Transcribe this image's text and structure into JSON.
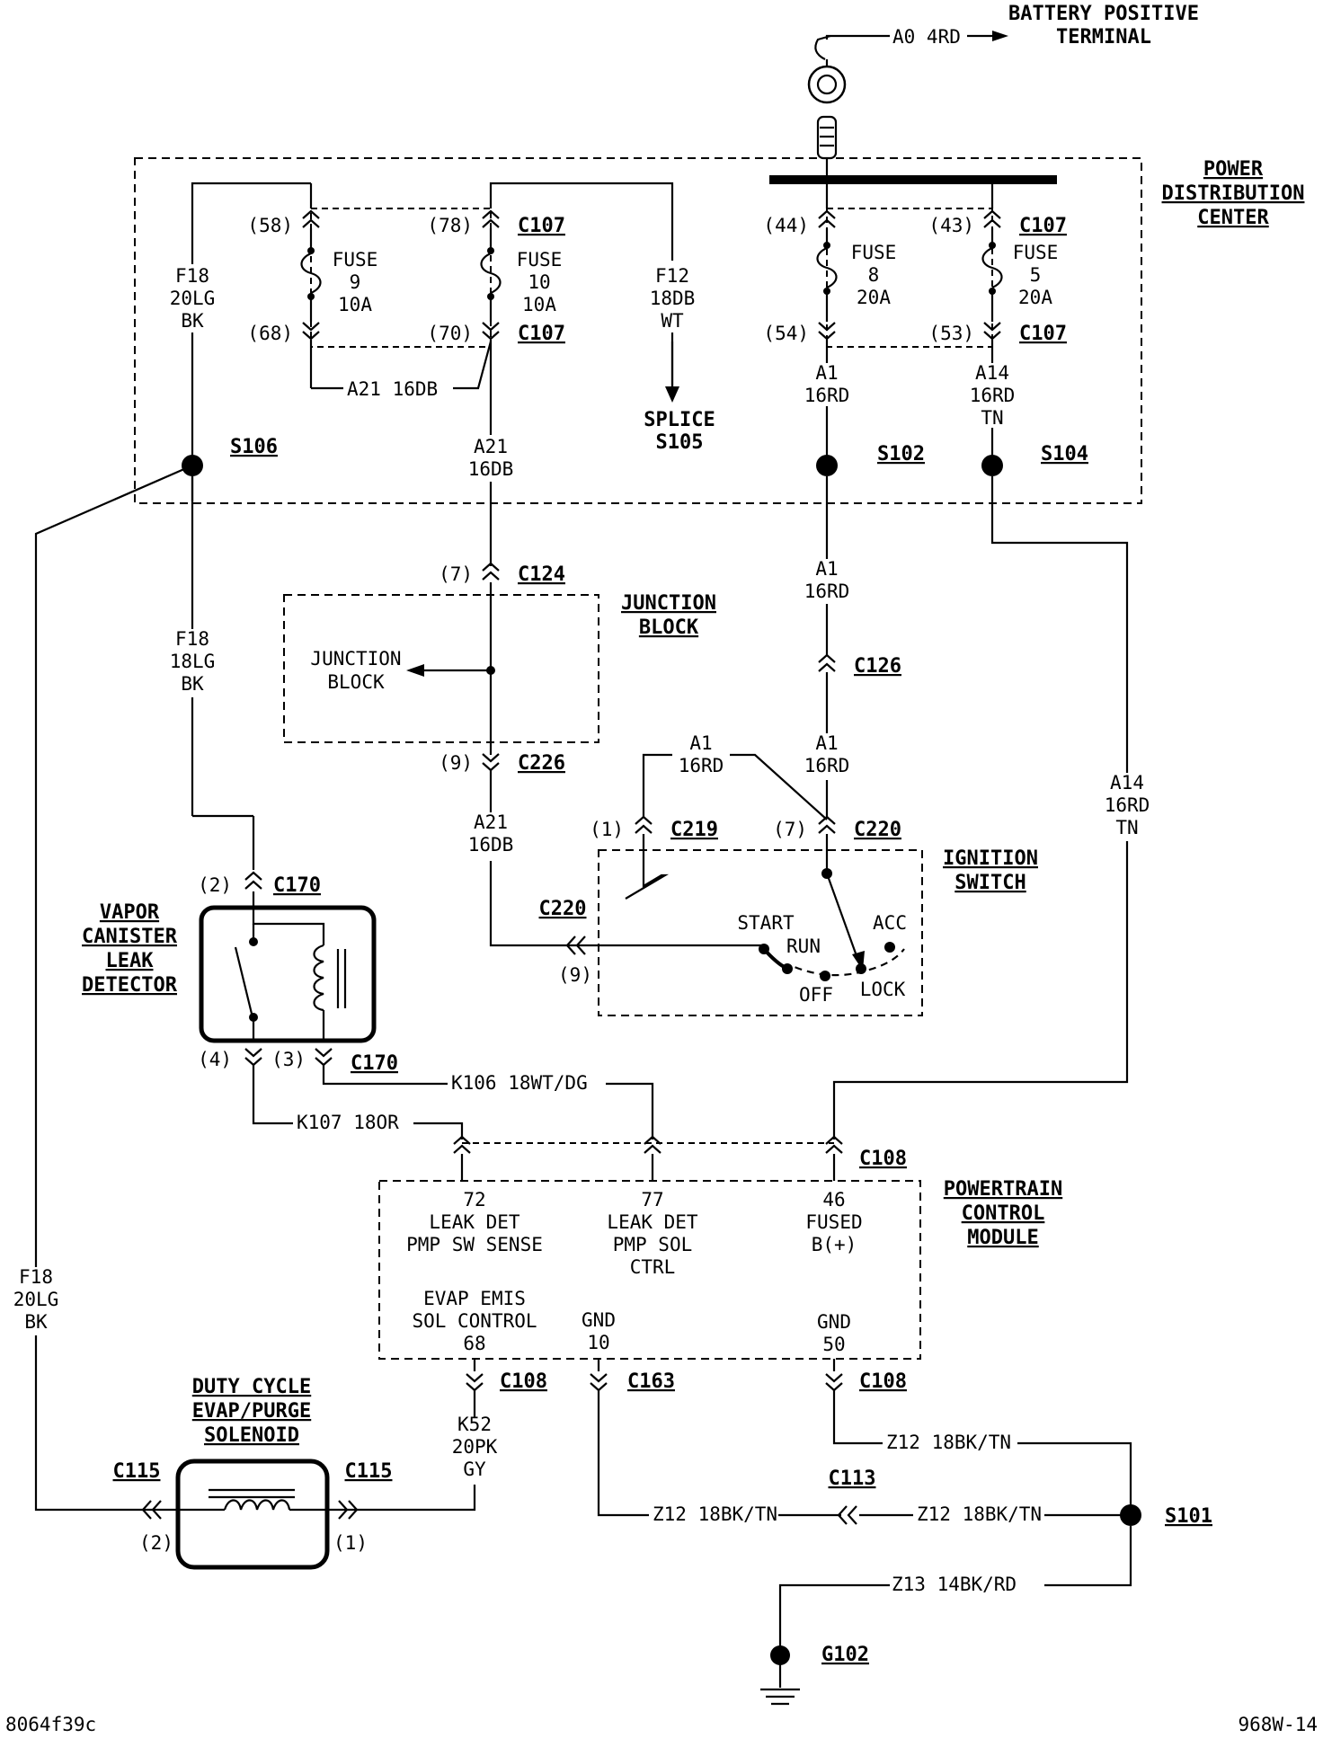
{
  "labels": {
    "battery_positive_terminal": "BATTERY POSITIVE\nTERMINAL",
    "a0_wire": "A0 4RD",
    "power_distribution_center": "POWER\nDISTRIBUTION\nCENTER",
    "c107": "C107",
    "fuse9": "FUSE\n9\n10A",
    "fuse10": "FUSE\n10\n10A",
    "fuse8": "FUSE\n8\n20A",
    "fuse5": "FUSE\n5\n20A",
    "pin58": "(58)",
    "pin68": "(68)",
    "pin78": "(78)",
    "pin70": "(70)",
    "pin44": "(44)",
    "pin54": "(54)",
    "pin43": "(43)",
    "pin53": "(53)",
    "f18_20lg_bk": "F18\n20LG\nBK",
    "f12_18db_wt": "F12\n18DB\nWT",
    "a21_16db_inline": "A21 16DB",
    "a21_16db": "A21\n16DB",
    "a1_16rd": "A1\n16RD",
    "a14_16rd_tn": "A14\n16RD\nTN",
    "splice_s105": "SPLICE\nS105",
    "s106": "S106",
    "s102": "S102",
    "s104": "S104",
    "c124": "C124",
    "pin7": "(7)",
    "junction_block_title": "JUNCTION\nBLOCK",
    "junction_block_inner": "JUNCTION\nBLOCK",
    "f18_18lg_bk": "F18\n18LG\nBK",
    "c126": "C126",
    "c226": "C226",
    "pin9": "(9)",
    "c219": "C219",
    "pin1": "(1)",
    "c220": "C220",
    "ignition_switch": "IGNITION\nSWITCH",
    "start": "START",
    "run": "RUN",
    "acc": "ACC",
    "off": "OFF",
    "lock": "LOCK",
    "vapor_canister": "VAPOR\nCANISTER\nLEAK\nDETECTOR",
    "c170": "C170",
    "pin2": "(2)",
    "pin4": "(4)",
    "pin3": "(3)",
    "k106": "K106 18WT/DG",
    "k107": "K107 18OR",
    "c108": "C108",
    "pcm": "POWERTRAIN\nCONTROL\nMODULE",
    "pcm72": "72\nLEAK DET\nPMP SW SENSE",
    "pcm77": "77\nLEAK DET\nPMP SOL\nCTRL",
    "pcm46": "46\nFUSED\nB(+)",
    "pcm68": "EVAP EMIS\nSOL CONTROL\n68",
    "pcm10": "GND\n10",
    "pcm50": "GND\n50",
    "c163": "C163",
    "duty_cycle": "DUTY CYCLE\nEVAP/PURGE\nSOLENOID",
    "c115": "C115",
    "k52": "K52\n20PK\nGY",
    "z12": "Z12 18BK/TN",
    "c113": "C113",
    "s101": "S101",
    "z13": "Z13 14BK/RD",
    "g102": "G102",
    "footer_left": "8064f39c",
    "footer_right": "968W-14"
  }
}
